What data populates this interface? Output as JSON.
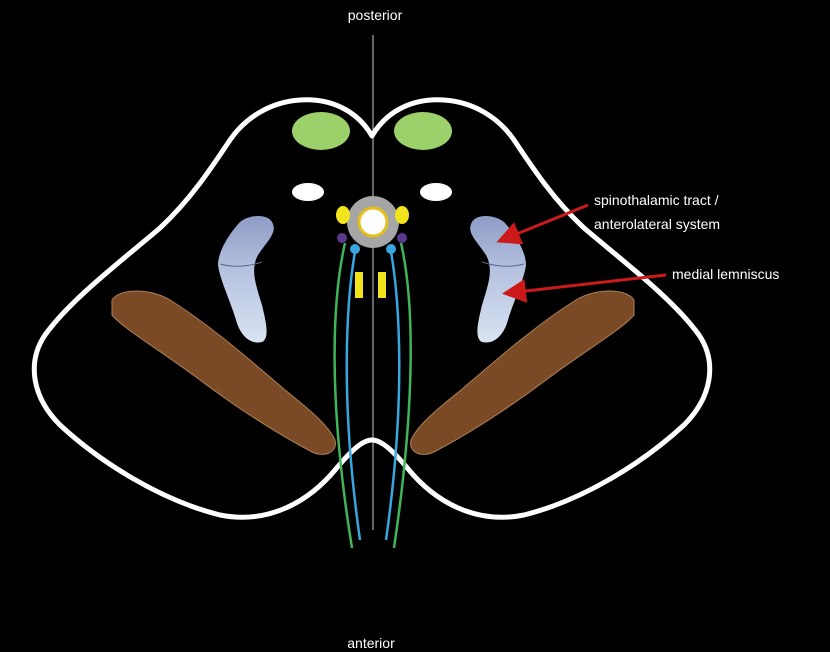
{
  "diagram": {
    "orientation": {
      "top_label": "posterior",
      "bottom_label": "anterior"
    },
    "annotations": {
      "spinothalamic_line1": "spinothalamic tract /",
      "spinothalamic_line2": "anterolateral system",
      "medial_lemniscus": "medial lemniscus"
    },
    "colors": {
      "background": "#000000",
      "outline": "#ffffff",
      "arrow": "#cc1a1a",
      "nucleus_green": "#9bd06a",
      "lemniscus_blue": "#b9c6e0",
      "peduncle_brown": "#7a4a26",
      "tract_green": "#3fb55a",
      "tract_blue": "#38a7df",
      "nucleus_yellow": "#f2e41c",
      "aqueduct_gray": "#a6a6a6",
      "nucleus_purple": "#5a3a8c"
    }
  }
}
